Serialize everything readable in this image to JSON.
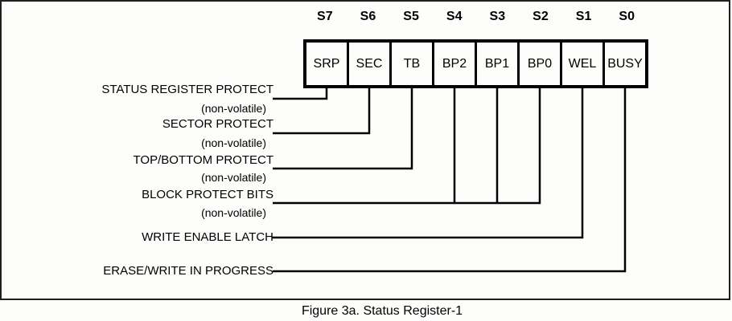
{
  "figure": {
    "caption": "Figure 3a. Status Register-1"
  },
  "register": {
    "bits": [
      {
        "position": "S7",
        "name": "SRP"
      },
      {
        "position": "S6",
        "name": "SEC"
      },
      {
        "position": "S5",
        "name": "TB"
      },
      {
        "position": "S4",
        "name": "BP2"
      },
      {
        "position": "S3",
        "name": "BP1"
      },
      {
        "position": "S2",
        "name": "BP0"
      },
      {
        "position": "S1",
        "name": "WEL"
      },
      {
        "position": "S0",
        "name": "BUSY"
      }
    ]
  },
  "labels": [
    {
      "text": "STATUS REGISTER PROTECT",
      "note": "(non-volatile)",
      "connects_to": "SRP"
    },
    {
      "text": "SECTOR PROTECT",
      "note": "(non-volatile)",
      "connects_to": "SEC"
    },
    {
      "text": "TOP/BOTTOM PROTECT",
      "note": "(non-volatile)",
      "connects_to": "TB"
    },
    {
      "text": "BLOCK PROTECT BITS",
      "note": "(non-volatile)",
      "connects_to": "BP2 BP1 BP0"
    },
    {
      "text": "WRITE ENABLE LATCH",
      "connects_to": "WEL"
    },
    {
      "text": "ERASE/WRITE IN PROGRESS",
      "connects_to": "BUSY"
    }
  ],
  "colors": {
    "line": "#000000",
    "text": "#000000",
    "background": "#ffffff"
  }
}
